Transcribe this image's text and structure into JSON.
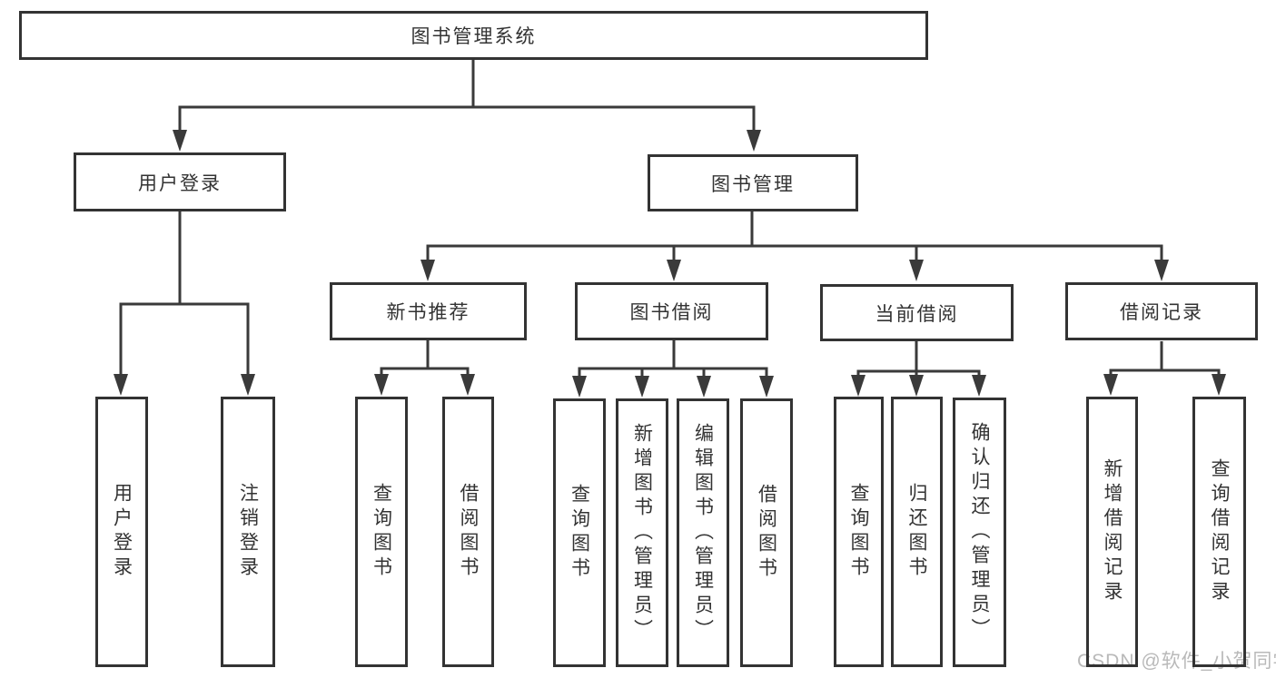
{
  "diagram_title": "图书管理系统",
  "nodes": {
    "root": {
      "id": "root",
      "label": "图书管理系统"
    },
    "level2": [
      {
        "id": "user-login",
        "label": "用户登录",
        "parent": "root"
      },
      {
        "id": "book-management",
        "label": "图书管理",
        "parent": "root"
      }
    ],
    "level3": [
      {
        "id": "new-book-recommend",
        "label": "新书推荐",
        "parent": "book-management"
      },
      {
        "id": "book-borrowing",
        "label": "图书借阅",
        "parent": "book-management"
      },
      {
        "id": "current-borrowing",
        "label": "当前借阅",
        "parent": "book-management"
      },
      {
        "id": "borrow-records",
        "label": "借阅记录",
        "parent": "book-management"
      }
    ],
    "leaves": [
      {
        "label": "用户登录",
        "parent": "user-login"
      },
      {
        "label": "注销登录",
        "parent": "user-login"
      },
      {
        "label": "查询图书",
        "parent": "new-book-recommend"
      },
      {
        "label": "借阅图书",
        "parent": "new-book-recommend"
      },
      {
        "label": "查询图书",
        "parent": "book-borrowing"
      },
      {
        "label": "新增图书（管理员）",
        "parent": "book-borrowing"
      },
      {
        "label": "编辑图书（管理员）",
        "parent": "book-borrowing"
      },
      {
        "label": "借阅图书",
        "parent": "book-borrowing"
      },
      {
        "label": "查询图书",
        "parent": "current-borrowing"
      },
      {
        "label": "归还图书",
        "parent": "current-borrowing"
      },
      {
        "label": "确认归还（管理员）",
        "parent": "current-borrowing"
      },
      {
        "label": "新增借阅记录",
        "parent": "borrow-records"
      },
      {
        "label": "查询借阅记录",
        "parent": "borrow-records"
      }
    ]
  },
  "watermark": {
    "text": "CSDN @软件_小贺同学",
    "color": "#b9b9b9"
  },
  "colors": {
    "line": "#3a3a3a",
    "box_border": "#333333",
    "text": "#333333",
    "background": "#ffffff"
  }
}
